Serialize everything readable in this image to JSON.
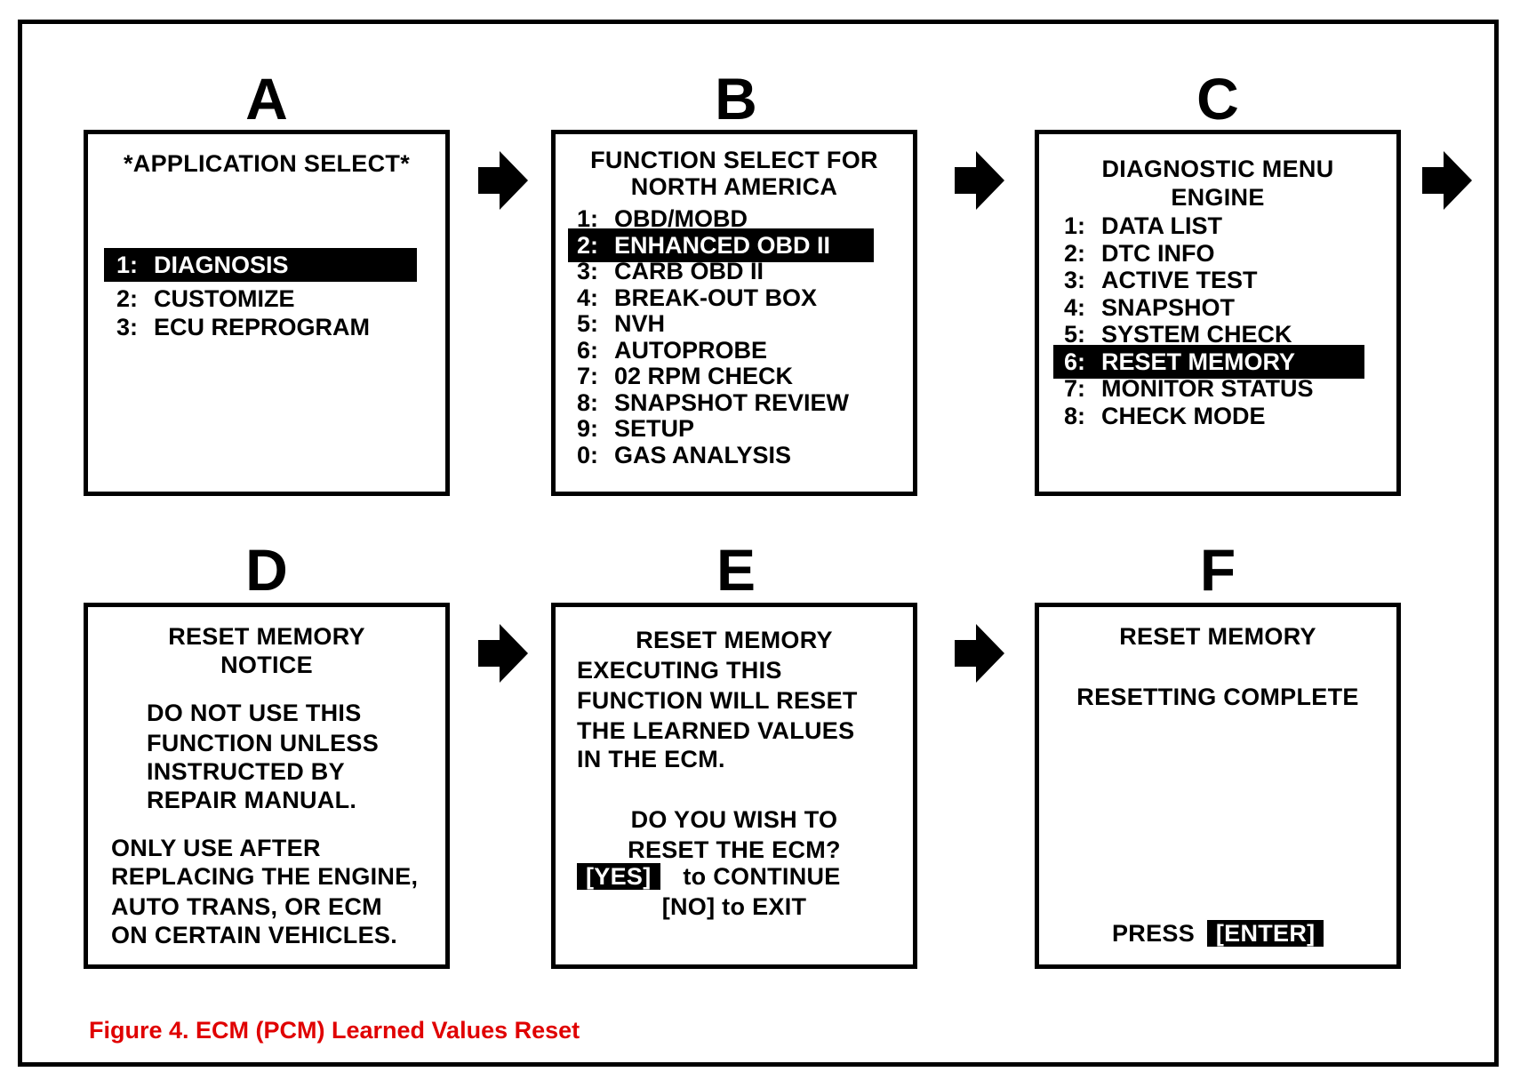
{
  "colors": {
    "caption": "#e00000",
    "frame": "#000000",
    "highlight_bg": "#000000",
    "highlight_text": "#ffffff"
  },
  "icons": {
    "arrow": "right-arrow-icon"
  },
  "panels": {
    "a": {
      "letter": "A",
      "title": "*APPLICATION SELECT*",
      "items": [
        {
          "num": "1:",
          "label": "DIAGNOSIS",
          "selected": true
        },
        {
          "num": "2:",
          "label": "CUSTOMIZE"
        },
        {
          "num": "3:",
          "label": "ECU REPROGRAM"
        }
      ]
    },
    "b": {
      "letter": "B",
      "title_line1": "FUNCTION SELECT FOR",
      "title_line2": "NORTH AMERICA",
      "items": [
        {
          "num": "1:",
          "label": "OBD/MOBD"
        },
        {
          "num": "2:",
          "label": "ENHANCED OBD II",
          "selected": true
        },
        {
          "num": "3:",
          "label": "CARB OBD II"
        },
        {
          "num": "4:",
          "label": "BREAK-OUT BOX"
        },
        {
          "num": "5:",
          "label": "NVH"
        },
        {
          "num": "6:",
          "label": "AUTOPROBE"
        },
        {
          "num": "7:",
          "label": "02 RPM CHECK"
        },
        {
          "num": "8:",
          "label": "SNAPSHOT REVIEW"
        },
        {
          "num": "9:",
          "label": "SETUP"
        },
        {
          "num": "0:",
          "label": "GAS ANALYSIS"
        }
      ]
    },
    "c": {
      "letter": "C",
      "title_line1": "DIAGNOSTIC MENU",
      "title_line2": "ENGINE",
      "items": [
        {
          "num": "1:",
          "label": "DATA LIST"
        },
        {
          "num": "2:",
          "label": "DTC INFO"
        },
        {
          "num": "3:",
          "label": "ACTIVE TEST"
        },
        {
          "num": "4:",
          "label": "SNAPSHOT"
        },
        {
          "num": "5:",
          "label": "SYSTEM CHECK"
        },
        {
          "num": "6:",
          "label": "RESET MEMORY",
          "selected": true
        },
        {
          "num": "7:",
          "label": "MONITOR STATUS"
        },
        {
          "num": "8:",
          "label": "CHECK MODE"
        }
      ]
    },
    "d": {
      "letter": "D",
      "title_line1": "RESET MEMORY",
      "title_line2": "NOTICE",
      "warning_lines": [
        "DO NOT USE THIS",
        "FUNCTION UNLESS",
        "INSTRUCTED BY",
        "REPAIR MANUAL."
      ],
      "note_lines": [
        "ONLY USE AFTER",
        "REPLACING THE ENGINE,",
        "AUTO TRANS, OR ECM",
        "ON CERTAIN VEHICLES."
      ]
    },
    "e": {
      "letter": "E",
      "title": "RESET MEMORY",
      "body_lines": [
        "EXECUTING THIS",
        "FUNCTION WILL RESET",
        "THE LEARNED VALUES",
        "IN THE ECM."
      ],
      "question_line1": "DO YOU WISH TO",
      "question_line2": "RESET THE ECM?",
      "yes_key": "[YES]",
      "continue_text": "to CONTINUE",
      "no_text": "[NO] to EXIT"
    },
    "f": {
      "letter": "F",
      "title": "RESET MEMORY",
      "status": "RESETTING COMPLETE",
      "press_text": "PRESS",
      "enter_key": "[ENTER]"
    }
  },
  "caption": "Figure 4. ECM (PCM) Learned Values Reset"
}
